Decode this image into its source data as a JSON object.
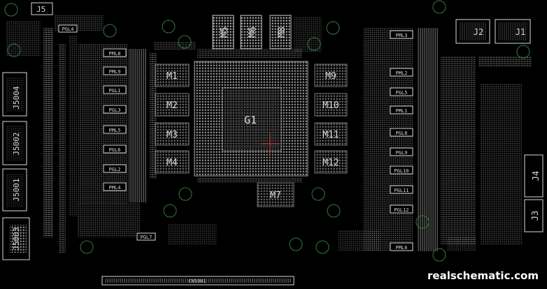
{
  "board": {
    "gpu_label": "G1",
    "memory_chips": [
      "M1",
      "M2",
      "M3",
      "M4",
      "M5",
      "M6",
      "M7",
      "M8",
      "M9",
      "M10",
      "M11",
      "M12"
    ],
    "connectors": {
      "j5_top": "J5",
      "j2": "J2",
      "j1": "J1",
      "j4": "J4",
      "j3": "J3",
      "j5004": "J5004",
      "j5002": "J5002",
      "j5001": "J5001",
      "j5003": "J5003",
      "edge": "CN5001"
    },
    "pml_left": [
      "PML8",
      "PML9",
      "PML5",
      "PML4"
    ],
    "pgl_left": [
      "PGL1",
      "PGL3",
      "PGL6",
      "PGL2",
      "PGL4",
      "PGL7"
    ],
    "pml_right": [
      "PML3",
      "PML2",
      "PML1",
      "PML6"
    ],
    "pgl_right": [
      "PGL5",
      "PGL8",
      "PGL9",
      "PGL10",
      "PGL11",
      "PGL12"
    ]
  },
  "watermark": "realschematic.com",
  "colors": {
    "background": "#000000",
    "silkscreen": "#d8d8d8",
    "pad": "#bfbfbf",
    "via_ring": "#2f7d3c"
  }
}
